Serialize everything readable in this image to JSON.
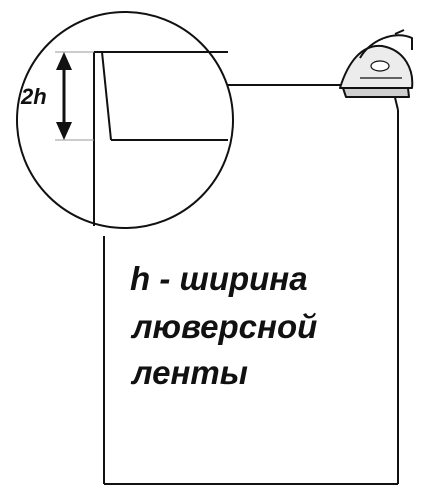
{
  "dimension": {
    "label": "2h"
  },
  "caption": {
    "line1": "h - ширина",
    "line2": "люверсной",
    "line3": "ленты"
  },
  "colors": {
    "stroke": "#111111",
    "background": "#ffffff"
  },
  "icons": {
    "tool": "iron-icon"
  }
}
